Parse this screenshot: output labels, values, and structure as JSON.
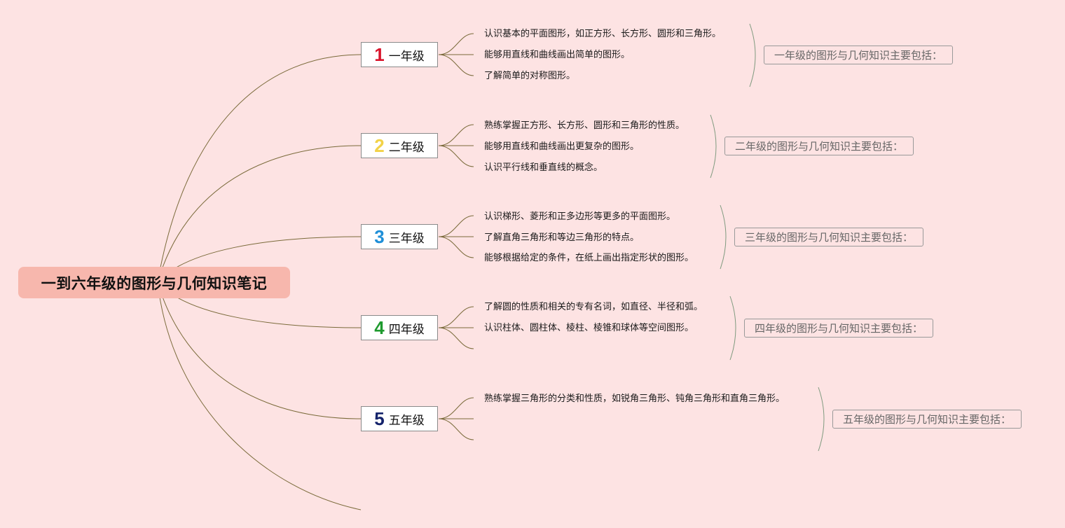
{
  "root": {
    "title": "一到六年级的图形与几何知识笔记"
  },
  "grades": [
    {
      "num": "1",
      "label": "一年级",
      "color": "#d9142b",
      "items": [
        "认识基本的平面图形，如正方形、长方形、圆形和三角形。",
        "能够用直线和曲线画出简单的图形。",
        "了解简单的对称图形。"
      ],
      "summary": "一年级的图形与几何知识主要包括："
    },
    {
      "num": "2",
      "label": "二年级",
      "color": "#f2d247",
      "items": [
        "熟练掌握正方形、长方形、圆形和三角形的性质。",
        "能够用直线和曲线画出更复杂的图形。",
        "认识平行线和垂直线的概念。"
      ],
      "summary": "二年级的图形与几何知识主要包括："
    },
    {
      "num": "3",
      "label": "三年级",
      "color": "#1f8fd8",
      "items": [
        "认识梯形、菱形和正多边形等更多的平面图形。",
        "了解直角三角形和等边三角形的特点。",
        "能够根据给定的条件，在纸上画出指定形状的图形。"
      ],
      "summary": "三年级的图形与几何知识主要包括："
    },
    {
      "num": "4",
      "label": "四年级",
      "color": "#1e9a2e",
      "items": [
        "了解圆的性质和相关的专有名词，如直径、半径和弧。",
        "认识柱体、圆柱体、棱柱、棱锥和球体等空间图形。",
        ""
      ],
      "summary": "四年级的图形与几何知识主要包括："
    },
    {
      "num": "5",
      "label": "五年级",
      "color": "#14236b",
      "items": [
        "熟练掌握三角形的分类和性质，如锐角三角形、钝角三角形和直角三角形。",
        "",
        ""
      ],
      "summary": "五年级的图形与几何知识主要包括："
    }
  ],
  "colors": {
    "background": "#fde3e3",
    "root_fill": "#f7b7ad",
    "connector": "#7a6a3a",
    "bracket": "#7f9a7f"
  }
}
